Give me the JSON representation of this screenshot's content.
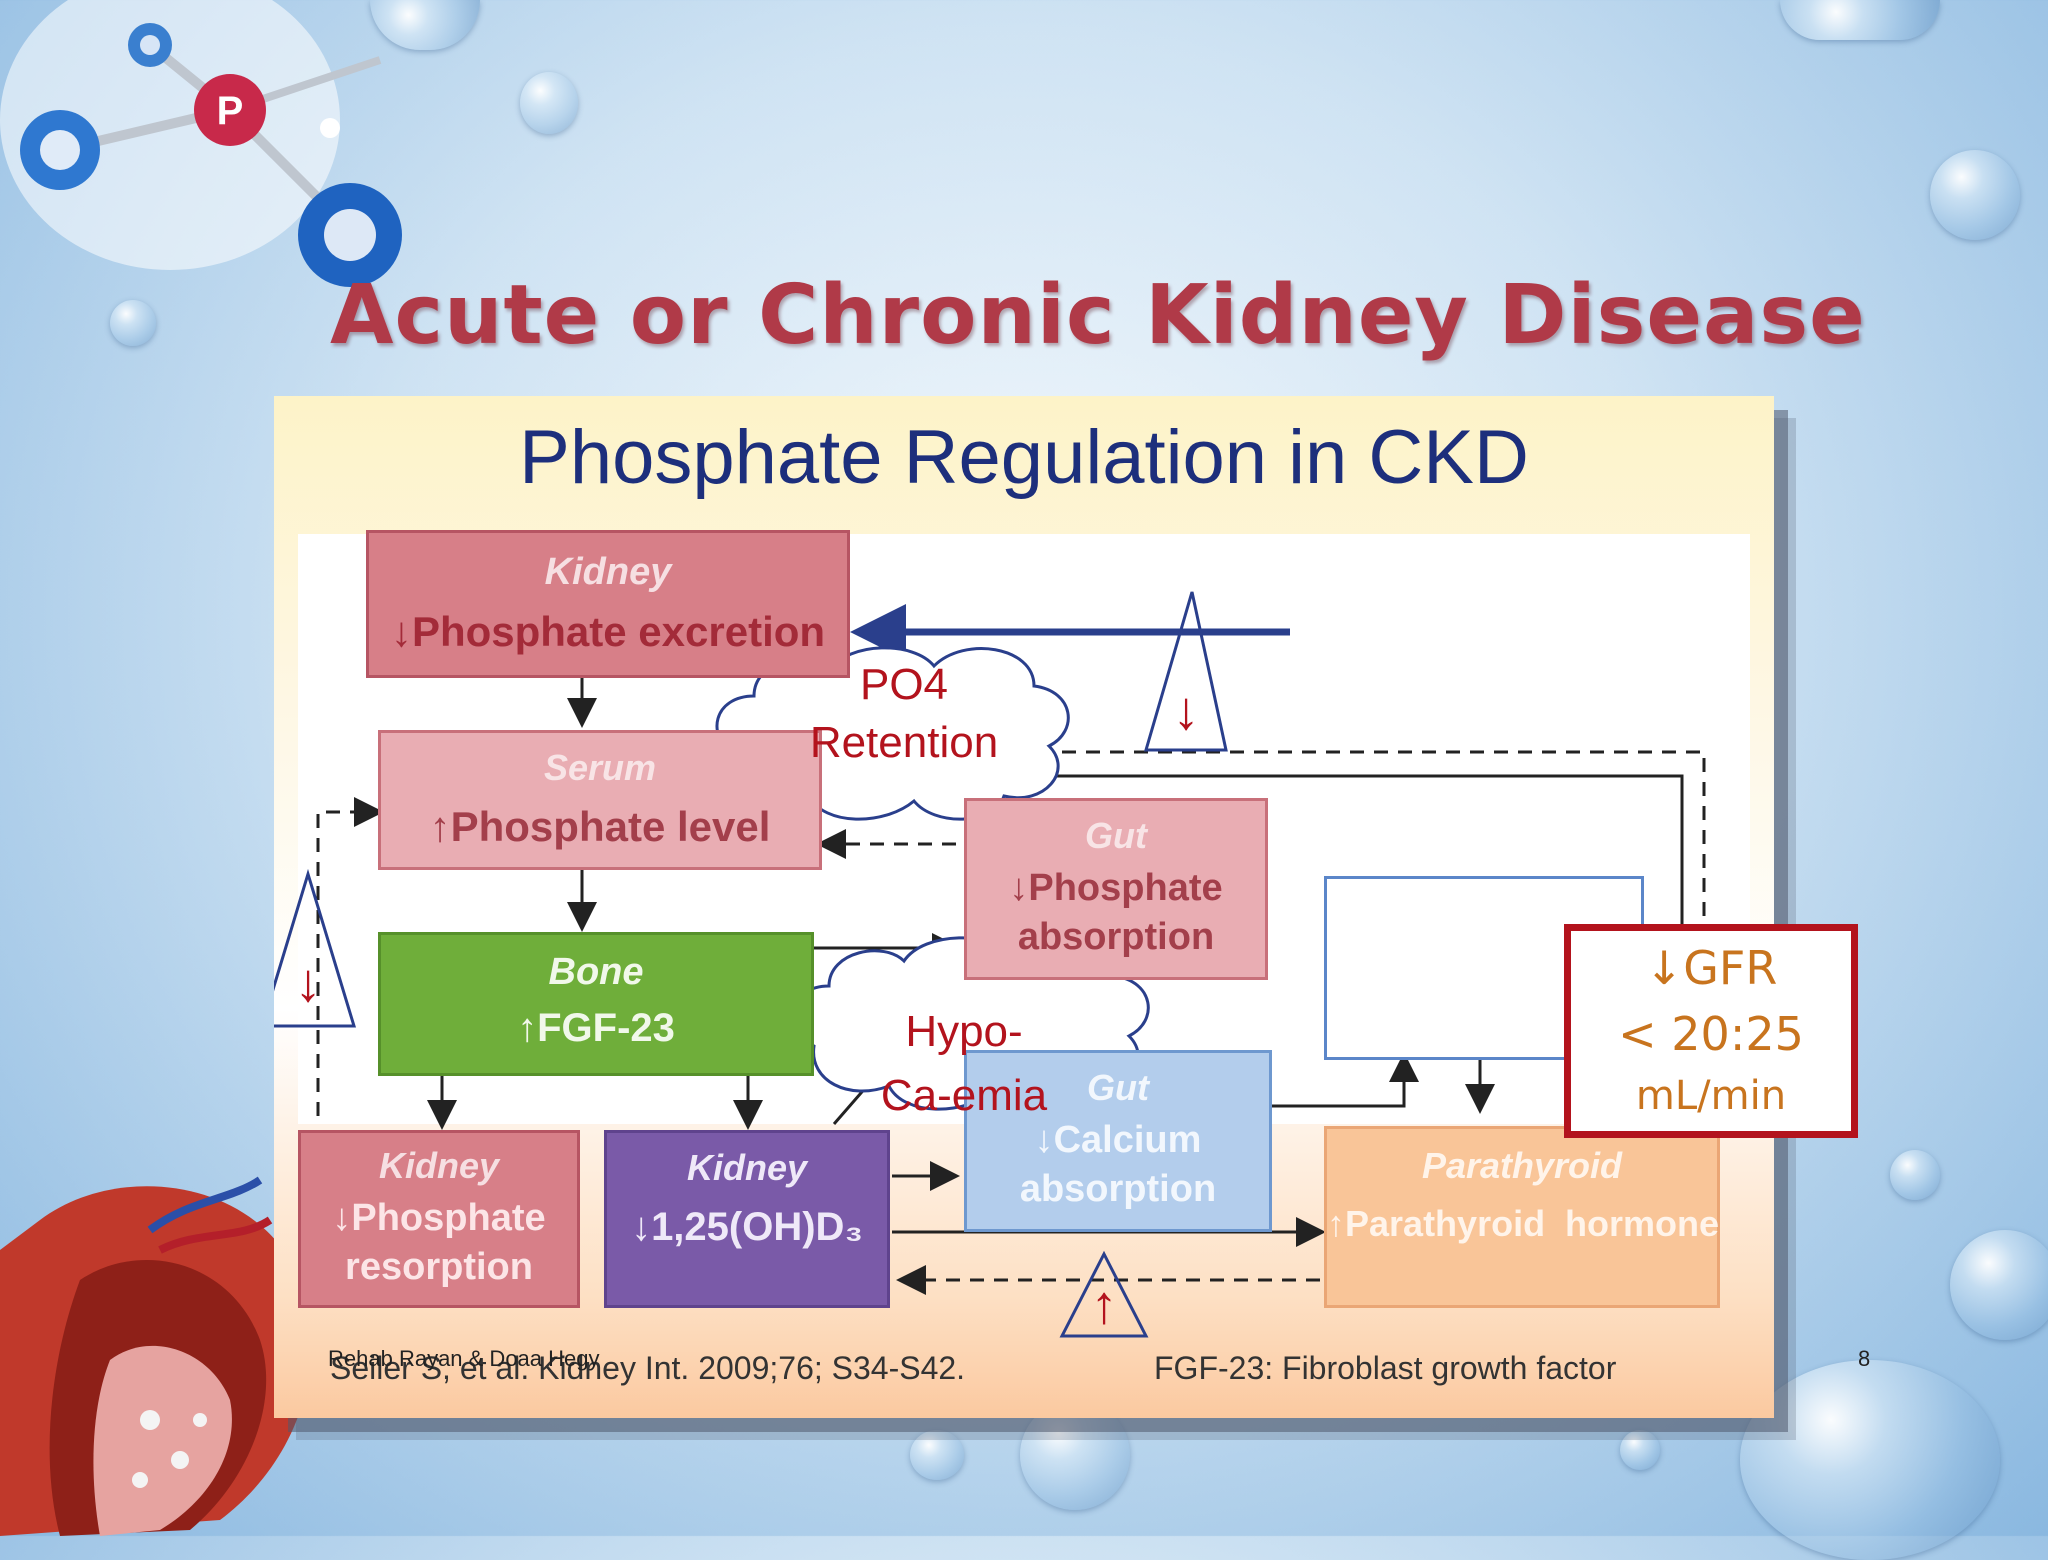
{
  "slide": {
    "title": "Acute or Chronic Kidney Disease",
    "footer_author": "Rehab Rayan & Doaa Hegy",
    "page_number": "8"
  },
  "figure": {
    "title": "Phosphate Regulation in CKD",
    "boxes": {
      "kidney_top": {
        "heading": "Kidney",
        "text": "↓Phosphate excretion"
      },
      "serum": {
        "heading": "Serum",
        "text": "↑Phosphate level"
      },
      "bone": {
        "heading": "Bone",
        "text": "↑FGF-23"
      },
      "gut_phosphate": {
        "heading": "Gut",
        "text1": "↓Phosphate",
        "text2": "absorption"
      },
      "gut_calcium": {
        "heading": "Gut",
        "text1": "↓Calcium",
        "text2": "absorption"
      },
      "kidney_resorption": {
        "heading": "Kidney",
        "text1": "↓Phosphate",
        "text2": "resorption"
      },
      "kidney_vitd": {
        "heading": "Kidney",
        "text": "↓1,25(OH)D₃"
      },
      "parathyroid": {
        "heading": "Parathyroid",
        "text": "↑Parathyroid  hormone"
      }
    },
    "citation": "Seiler S, et al. Kidney Int. 2009;76; S34-S42.",
    "abbreviation": "FGF-23: Fibroblast growth factor"
  },
  "annotations": {
    "gfr_line1": "↓GFR",
    "gfr_line2": "< 20:25",
    "gfr_line3": "mL/min",
    "cloud_po4_line1": "PO4",
    "cloud_po4_line2": "Retention",
    "cloud_hypo_line1": "Hypo-",
    "cloud_hypo_line2": "Ca-emia",
    "down_arrow": "↓",
    "up_arrow": "↑"
  },
  "colors": {
    "title": "#b03a48",
    "figure_title": "#1d2f7c",
    "annotation_red": "#b3131d",
    "gfr_text": "#c8741e"
  }
}
